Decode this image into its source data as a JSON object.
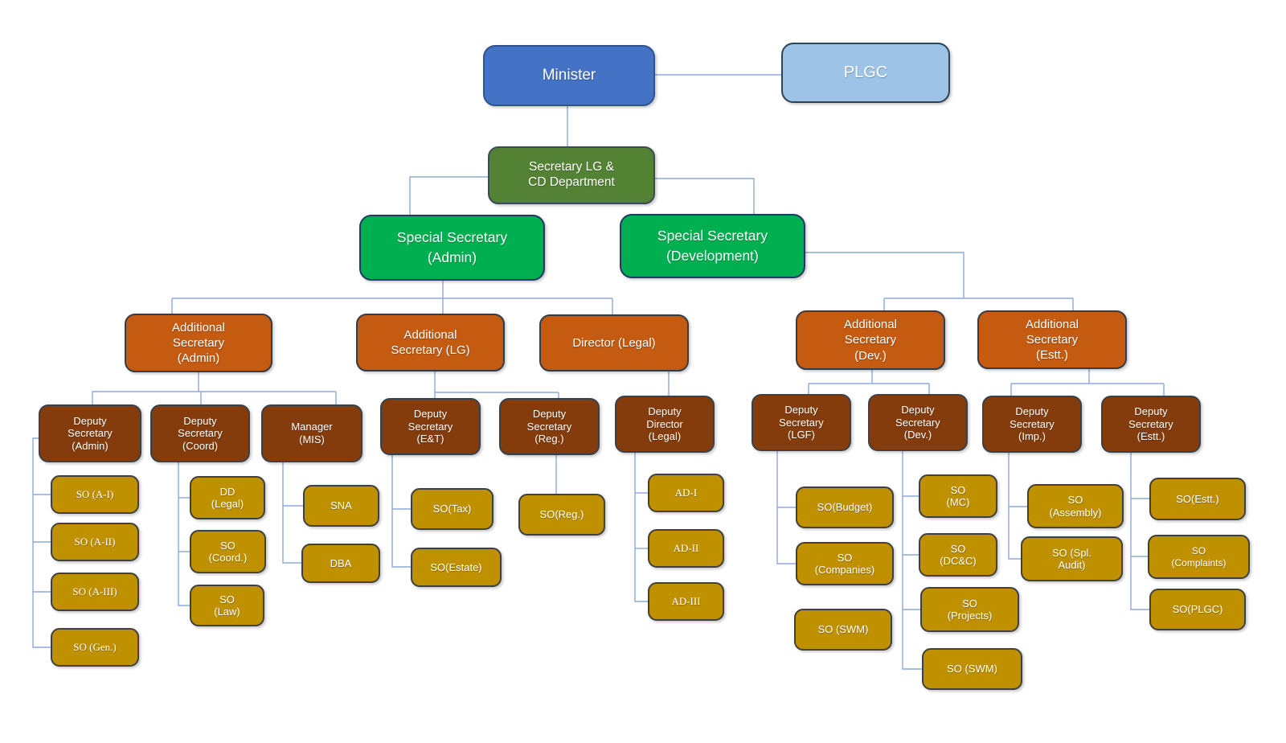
{
  "chart": {
    "connector_color": "#8EA9DB",
    "levels": {
      "minister": {
        "fill": "#4472C4",
        "stroke": "#2F528F"
      },
      "plgc": {
        "fill": "#9DC3E6",
        "stroke": "#2E4356"
      },
      "secretary": {
        "fill": "#548235",
        "stroke": "#3A4A56"
      },
      "special": {
        "fill": "#00B050",
        "stroke": "#1F3864"
      },
      "additional": {
        "fill": "#C55A11",
        "stroke": "#353C46"
      },
      "deputy": {
        "fill": "#843C0C",
        "stroke": "#3A4149"
      },
      "officer": {
        "fill": "#BF9000",
        "stroke": "#404040"
      }
    },
    "nodes": {
      "minister": {
        "label": "Minister",
        "level": "minister"
      },
      "plgc": {
        "label": "PLGC",
        "level": "plgc"
      },
      "secretary": {
        "label": "Secretary LG &\nCD Department",
        "level": "secretary"
      },
      "ss_admin": {
        "label": "Special Secretary\n(Admin)",
        "level": "special"
      },
      "ss_dev": {
        "label": "Special Secretary\n(Development)",
        "level": "special"
      },
      "as_admin": {
        "label": "Additional\nSecretary\n(Admin)",
        "level": "additional"
      },
      "as_lg": {
        "label": "Additional\nSecretary (LG)",
        "level": "additional"
      },
      "dir_legal": {
        "label": "Director (Legal)",
        "level": "additional"
      },
      "as_dev": {
        "label": "Additional\nSecretary\n(Dev.)",
        "level": "additional"
      },
      "as_estt": {
        "label": "Additional\nSecretary\n(Estt.)",
        "level": "additional"
      },
      "ds_admin": {
        "label": "Deputy\nSecretary\n(Admin)",
        "level": "deputy"
      },
      "ds_coord": {
        "label": "Deputy\nSecretary\n(Coord)",
        "level": "deputy"
      },
      "mgr_mis": {
        "label": "Manager\n(MIS)",
        "level": "deputy"
      },
      "ds_et": {
        "label": "Deputy\nSecretary\n(E&T)",
        "level": "deputy"
      },
      "ds_reg": {
        "label": "Deputy\nSecretary\n(Reg.)",
        "level": "deputy"
      },
      "dd_legal": {
        "label": "Deputy\nDirector\n(Legal)",
        "level": "deputy"
      },
      "ds_lgf": {
        "label": "Deputy\nSecretary\n(LGF)",
        "level": "deputy"
      },
      "ds_dev": {
        "label": "Deputy\nSecretary\n(Dev.)",
        "level": "deputy"
      },
      "ds_imp": {
        "label": "Deputy\nSecretary\n(Imp.)",
        "level": "deputy"
      },
      "ds_estt": {
        "label": "Deputy\nSecretary\n(Estt.)",
        "level": "deputy"
      },
      "so_a1": {
        "label": "SO (A-I)",
        "level": "officer"
      },
      "so_a2": {
        "label": "SO (A-II)",
        "level": "officer"
      },
      "so_a3": {
        "label": "SO (A-III)",
        "level": "officer"
      },
      "so_gen": {
        "label": "SO (Gen.)",
        "level": "officer"
      },
      "dd_legal_so": {
        "label": "DD\n(Legal)",
        "level": "officer"
      },
      "so_coord": {
        "label": "SO\n(Coord.)",
        "level": "officer"
      },
      "so_law": {
        "label": "SO\n(Law)",
        "level": "officer"
      },
      "sna": {
        "label": "SNA",
        "level": "officer"
      },
      "dba": {
        "label": "DBA",
        "level": "officer"
      },
      "so_tax": {
        "label": "SO(Tax)",
        "level": "officer"
      },
      "so_estate": {
        "label": "SO(Estate)",
        "level": "officer"
      },
      "so_reg": {
        "label": "SO(Reg.)",
        "level": "officer"
      },
      "ad1": {
        "label": "AD-I",
        "level": "officer"
      },
      "ad2": {
        "label": "AD-II",
        "level": "officer"
      },
      "ad3": {
        "label": "AD-III",
        "level": "officer"
      },
      "so_budget": {
        "label": "SO(Budget)",
        "level": "officer"
      },
      "so_companies": {
        "label": "SO\n(Companies)",
        "level": "officer"
      },
      "so_swm_lgf": {
        "label": "SO (SWM)",
        "level": "officer"
      },
      "so_mc": {
        "label": "SO\n(MC)",
        "level": "officer"
      },
      "so_dcc": {
        "label": "SO\n(DC&C)",
        "level": "officer"
      },
      "so_projects": {
        "label": "SO\n(Projects)",
        "level": "officer"
      },
      "so_swm_dev": {
        "label": "SO (SWM)",
        "level": "officer"
      },
      "so_assembly": {
        "label": "SO\n(Assembly)",
        "level": "officer"
      },
      "so_spl_audit": {
        "label": "SO (Spl.\nAudit)",
        "level": "officer"
      },
      "so_estt": {
        "label": "SO(Estt.)",
        "level": "officer"
      },
      "so_complaints": {
        "label": "SO\n(Complaints)",
        "level": "officer"
      },
      "so_plgc": {
        "label": "SO(PLGC)",
        "level": "officer"
      }
    }
  }
}
